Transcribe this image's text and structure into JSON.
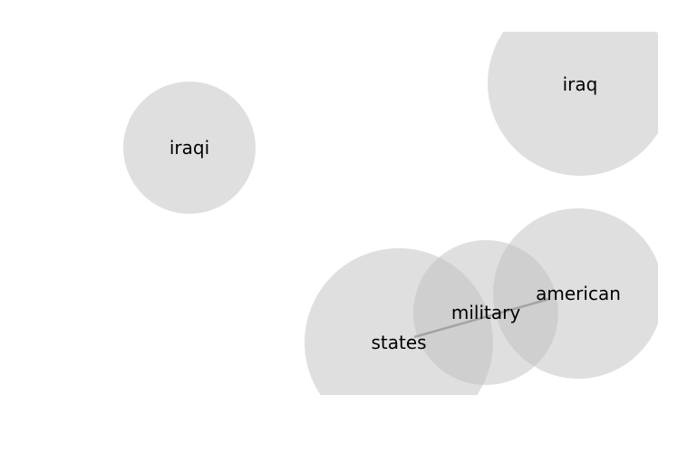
{
  "diagram": {
    "type": "word-network",
    "nodes": [
      {
        "id": "iraq",
        "label": "iraq"
      },
      {
        "id": "iraqi",
        "label": "iraqi"
      },
      {
        "id": "american",
        "label": "american"
      },
      {
        "id": "military",
        "label": "military"
      },
      {
        "id": "states",
        "label": "states"
      }
    ],
    "edges": [
      {
        "source": "states",
        "target": "american"
      }
    ],
    "colors": {
      "node_fill": "#bfbfbf",
      "edge": "#8c8c8c",
      "label": "#000000",
      "background": "#ffffff"
    }
  }
}
